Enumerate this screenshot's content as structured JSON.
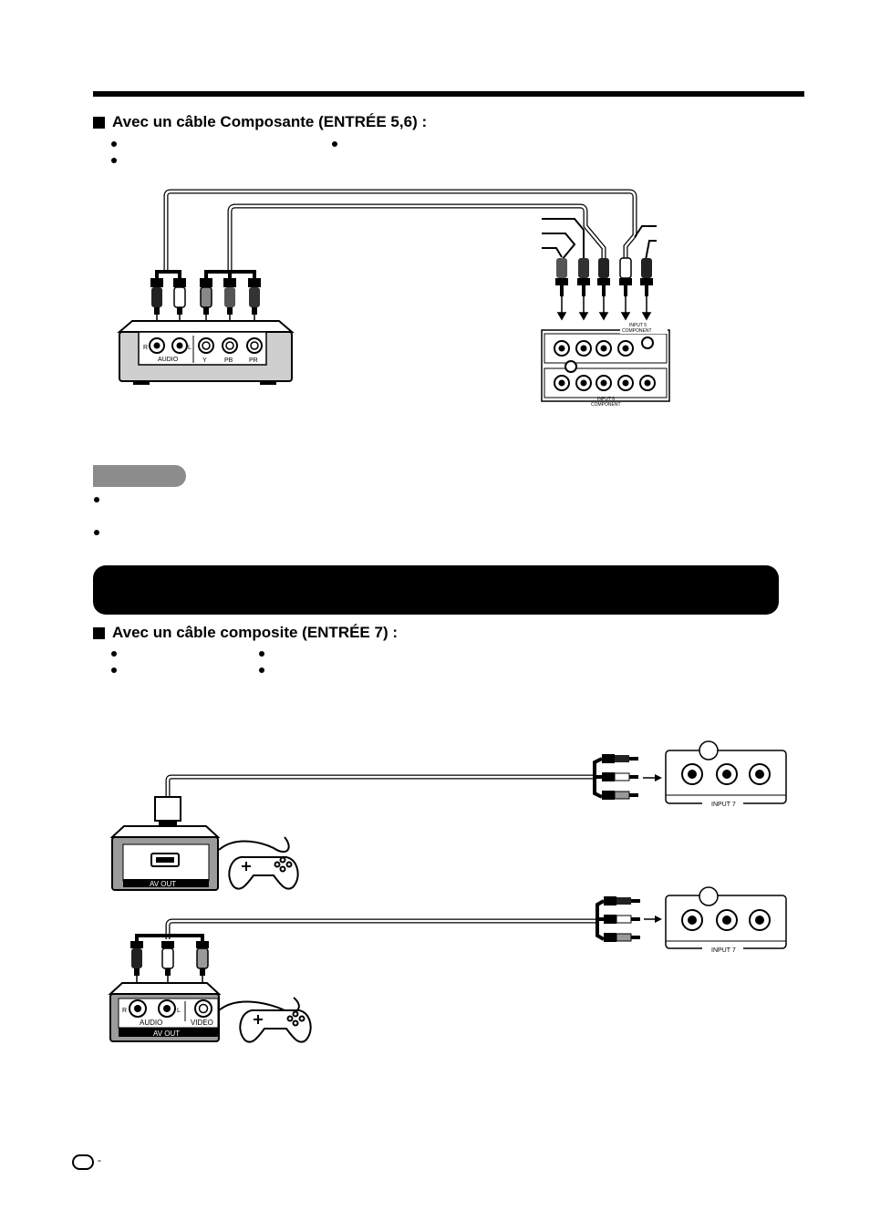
{
  "headings": {
    "component": "Avec un câble Composante (ENTRÉE 5,6) :",
    "composite": "Avec un câble composite (ENTRÉE 7) :"
  },
  "device_top": {
    "audio_label": "AUDIO",
    "r_label": "R",
    "l_label": "L",
    "y_label": "Y",
    "pb_label": "PB",
    "pr_label": "PR"
  },
  "tv_panel": {
    "input5_label": "INPUT 5",
    "input6_label": "INPUT 6",
    "component_label": "COMPONENT"
  },
  "game1": {
    "av_out_label": "AV OUT"
  },
  "game2": {
    "r_label": "R",
    "l_label": "L",
    "audio_label": "AUDIO",
    "video_label": "VIDEO",
    "av_out_label": "AV OUT"
  },
  "input7": {
    "label": "INPUT 7"
  },
  "page_marker": "-"
}
